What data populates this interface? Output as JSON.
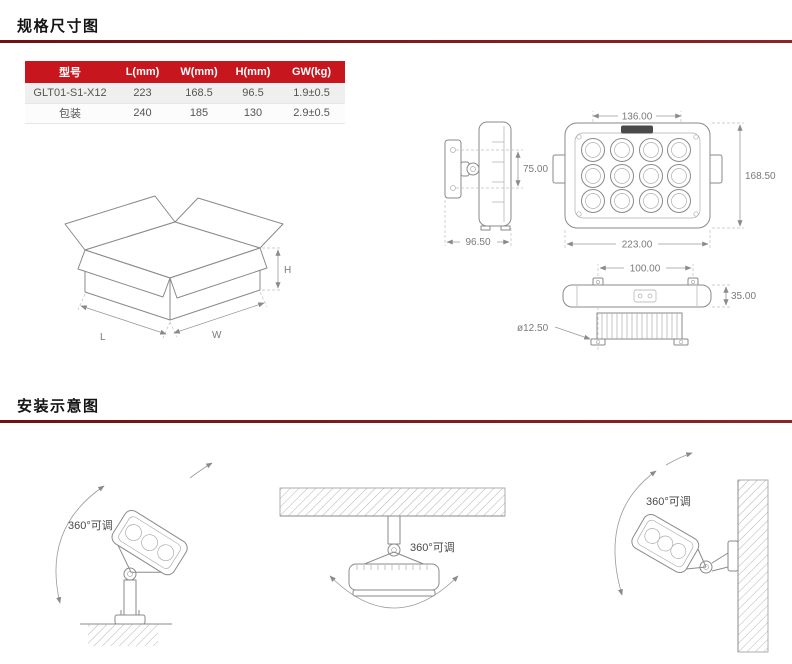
{
  "colors": {
    "table_header_bg": "#C8161E",
    "section_rule": "#7E181B",
    "drawing_lines": "#8A8A8A"
  },
  "sections": {
    "spec_title": "规格尺寸图",
    "install_title": "安装示意图"
  },
  "spec_table": {
    "headers": [
      "型号",
      "L(mm)",
      "W(mm)",
      "H(mm)",
      "GW(kg)"
    ],
    "rows": [
      {
        "model": "GLT01-S1-X12",
        "l": "223",
        "w": "168.5",
        "h": "96.5",
        "gw": "1.9±0.5"
      },
      {
        "model": "包装",
        "l": "240",
        "w": "185",
        "h": "130",
        "gw": "2.9±0.5"
      }
    ]
  },
  "carton": {
    "l": "L",
    "w": "W",
    "h": "H"
  },
  "product_views": {
    "side": {
      "depth": "96.50",
      "hole_spacing": "75.00"
    },
    "front": {
      "top_width": "136.00",
      "height": "168.50",
      "width": "223.00"
    },
    "top": {
      "bracket_spacing": "100.00",
      "thickness": "35.00",
      "hole_diameter": "ø12.50"
    }
  },
  "install": {
    "rotation_label": "360°可调"
  }
}
